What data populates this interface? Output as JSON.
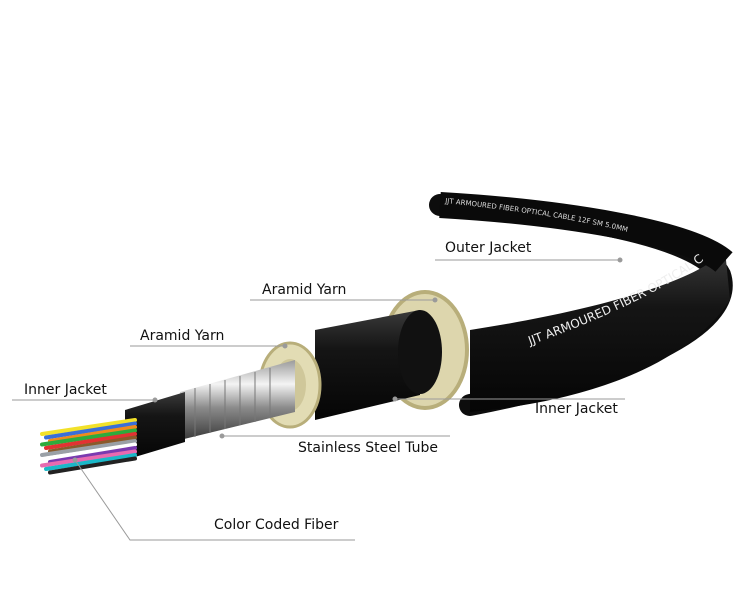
{
  "labels": {
    "outer_jacket": "Outer Jacket",
    "aramid_yarn_outer": "Aramid Yarn",
    "aramid_yarn_inner": "Aramid Yarn",
    "inner_jacket_left": "Inner Jacket",
    "inner_jacket_right": "Inner Jacket",
    "stainless_steel_tube": "Stainless Steel Tube",
    "color_coded_fiber": "Color Coded Fiber"
  },
  "cable_print": {
    "top": "JJT ARMOURED FIBER OPTICAL CABLE 12F SM 5.0MM",
    "side": "JJT  ARMOURED FIBER OPTICAL C"
  },
  "colors": {
    "jacket": "#111111",
    "yarn": "#e2dcb4",
    "steel": "#c8c8c8",
    "leader": "#9a9a9a",
    "fibers": [
      "#f2e12a",
      "#3a6fd8",
      "#f08a1c",
      "#2eab3c",
      "#e23232",
      "#8a5a2a",
      "#9aa0a6",
      "#ffffff",
      "#7a3ab0",
      "#e86ab0",
      "#1ab8c8",
      "#222222"
    ]
  }
}
